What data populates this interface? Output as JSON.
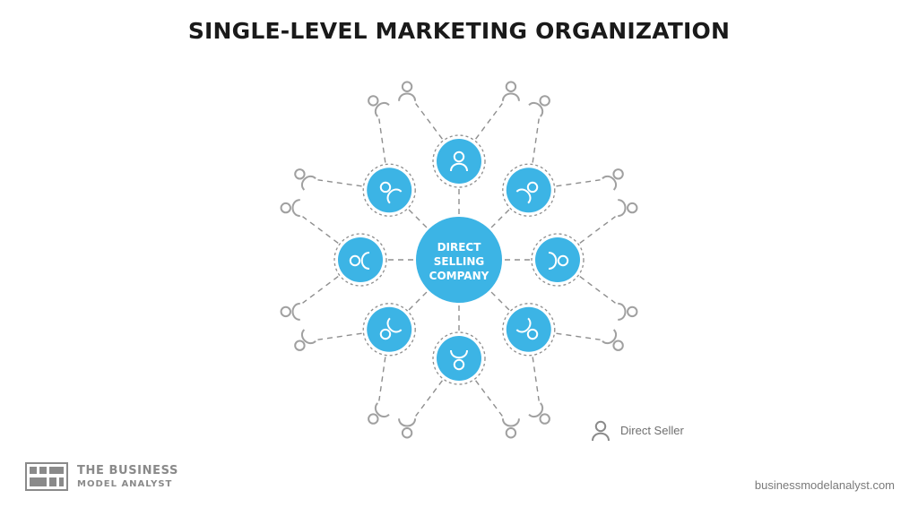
{
  "title": "SINGLE-LEVEL MARKETING ORGANIZATION",
  "center": {
    "lines": [
      "DIRECT",
      "SELLING",
      "COMPANY"
    ]
  },
  "legend": {
    "label": "Direct Seller",
    "icon": "person-icon"
  },
  "branding": {
    "line1": "THE BUSINESS",
    "line2": "MODEL ANALYST"
  },
  "footer": {
    "url": "businessmodelanalyst.com"
  },
  "colors": {
    "accent": "#3cb4e5",
    "dashed_line": "#8e8e8e",
    "person_outline": "#a0a0a0",
    "title_text": "#1a1a1a"
  },
  "structure": {
    "seller_count": 8,
    "recruits_per_seller": 2
  }
}
